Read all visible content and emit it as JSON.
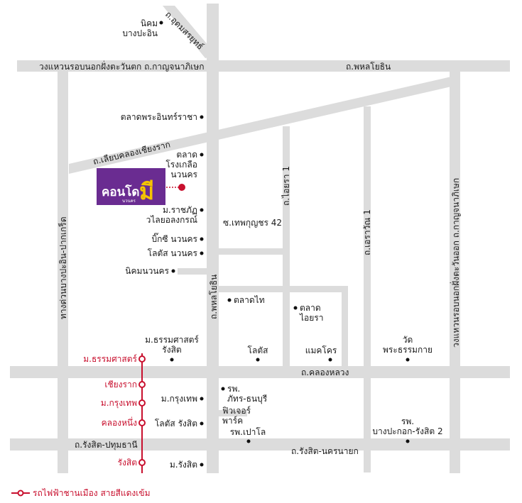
{
  "roads": {
    "kanchana_west": "วงแหวนรอบนอกฝั่งตะวันตก ถ.กาญจนาภิเษก",
    "phahonyothin_top": "ถ.พหลโยธิน",
    "utsarat": "ถ.อุดมสรยุทธ์",
    "chiang_rak": "ถ.เลียบคลองเชียงราก",
    "bang_pa_in_pak_kret": "ทางด่วนบางปะอิน-ปากเกร็ด",
    "phahonyothin_vertical": "ถ.พหลโยธิน",
    "aiyara_1": "ถ.ไอยรา 1",
    "ekkawan_1": "ถ.เอราวัณ 1",
    "kanchana_east": "วงแหวนรอบนอกฝั่งตะวันออก ถ.กาญจนาภิเษก",
    "thep_kunchon_42": "ซ.เทพกุญชร 42",
    "khlong_luang": "ถ.คลองหลวง",
    "rangsit_pathum": "ถ.รังสิต-ปทุมธานี",
    "rangsit_nakhon_nayok": "ถ.รังสิต-นครนายก"
  },
  "places": {
    "nikhom_bang_pa_in": "นิคม\nบางปะอิน",
    "phra_in_racha_market": "ตลาดพระอินทร์ราชา",
    "rong_kluea_market": "ตลาด\nโรงเกลือ\nนวนคร",
    "valaya_university": "ม.ราชภัฏ\nวไลยอลงกรณ์",
    "bigc_navanakorn": "บิ๊กซี นวนคร",
    "lotus_navanakorn": "โลตัส นวนคร",
    "nikhom_navanakorn": "นิคมนวนคร",
    "talad_thai": "ตลาดไท",
    "aiyara_market": "ตลาด\nไอยรา",
    "thammasat_rangsit": "ม.ธรรมศาสตร์\nรังสิต",
    "lotus": "โลตัส",
    "makro": "แมคโคร",
    "wat_phra_thammakai": "วัด\nพระธรรมกาย",
    "phatara_hospital": "รพ.\nภัทร-ธนบุรี",
    "bangkok_university": "ม.กรุงเทพ",
    "future_park": "ฟิวเจอร์\nพาร์ค",
    "lotus_rangsit": "โลตัส รังสิต",
    "paolo_hospital": "รพ.เปาโล",
    "bangpakok_hospital": "รพ.\nบางปะกอก-รังสิต 2",
    "rangsit_university": "ม.รังสิต"
  },
  "stations": [
    "ม.ธรรมศาสตร์",
    "เชียงราก",
    "ม.กรุงเทพ",
    "คลองหนึ่ง",
    "รังสิต"
  ],
  "logo": {
    "text": "คอนโด",
    "mark": "มี",
    "sub": "นวนคร"
  },
  "legend": {
    "label": "รถไฟฟ้าชานเมือง สายสีแดงเข้ม"
  },
  "colors": {
    "road": "#dcdcdc",
    "rail": "#c8102e",
    "logo_bg": "#6a2c91",
    "logo_mark": "#f5c400"
  }
}
